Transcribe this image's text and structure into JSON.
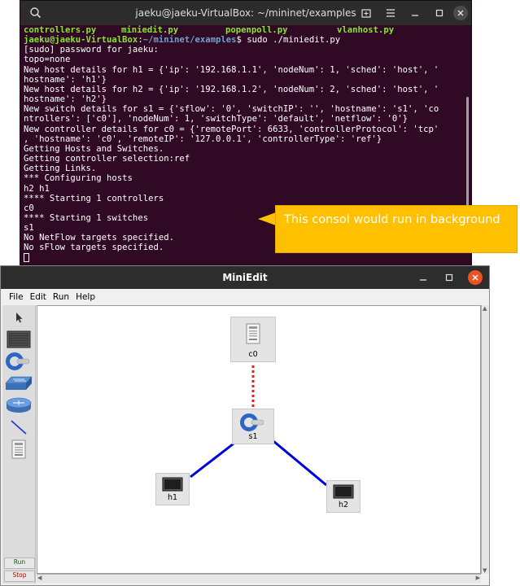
{
  "terminal": {
    "title": "jaeku@jaeku-VirtualBox: ~/mininet/examples",
    "files": [
      "controllers.py",
      "miniedit.py",
      "popenpoll.py",
      "vlanhost.py"
    ],
    "prompt_user": "jaeku@jaeku-VirtualBox",
    "prompt_sep": ":",
    "prompt_path": "~/mininet/examples",
    "prompt_dollar": "$ ",
    "command": "sudo ./miniedit.py",
    "lines": [
      "[sudo] password for jaeku:",
      "topo=none",
      "New host details for h1 = {'ip': '192.168.1.1', 'nodeNum': 1, 'sched': 'host', '",
      "hostname': 'h1'}",
      "New host details for h2 = {'ip': '192.168.1.2', 'nodeNum': 2, 'sched': 'host', '",
      "hostname': 'h2'}",
      "New switch details for s1 = {'sflow': '0', 'switchIP': '', 'hostname': 's1', 'co",
      "ntrollers': ['c0'], 'nodeNum': 1, 'switchType': 'default', 'netflow': '0'}",
      "New controller details for c0 = {'remotePort': 6633, 'controllerProtocol': 'tcp'",
      ", 'hostname': 'c0', 'remoteIP': '127.0.0.1', 'controllerType': 'ref'}",
      "Getting Hosts and Switches.",
      "Getting controller selection:ref",
      "Getting Links.",
      "*** Configuring hosts",
      "h2 h1",
      "**** Starting 1 controllers",
      "c0",
      "**** Starting 1 switches",
      "s1",
      "No NetFlow targets specified.",
      "No sFlow targets specified."
    ]
  },
  "callout": {
    "text": "This consol would run in background"
  },
  "miniedit": {
    "title": "MiniEdit",
    "menu": [
      "File",
      "Edit",
      "Run",
      "Help"
    ],
    "toolbar": {
      "tools": [
        "select-icon",
        "host-icon",
        "switch-icon",
        "legacy-switch-icon",
        "legacy-router-icon",
        "link-icon",
        "controller-icon"
      ],
      "run_label": "Run",
      "stop_label": "Stop"
    },
    "nodes": {
      "c0": "c0",
      "s1": "s1",
      "h1": "h1",
      "h2": "h2"
    },
    "links": [
      {
        "from": "s1",
        "to": "c0",
        "kind": "control",
        "color": "#dd2222",
        "style": "dashed"
      },
      {
        "from": "s1",
        "to": "h1",
        "kind": "data",
        "color": "#0000dd",
        "style": "solid"
      },
      {
        "from": "s1",
        "to": "h2",
        "kind": "data",
        "color": "#0000dd",
        "style": "solid"
      }
    ]
  },
  "colors": {
    "terminal_bg": "#300a24",
    "callout_bg": "#ffc000",
    "close_button": "#e95420"
  }
}
